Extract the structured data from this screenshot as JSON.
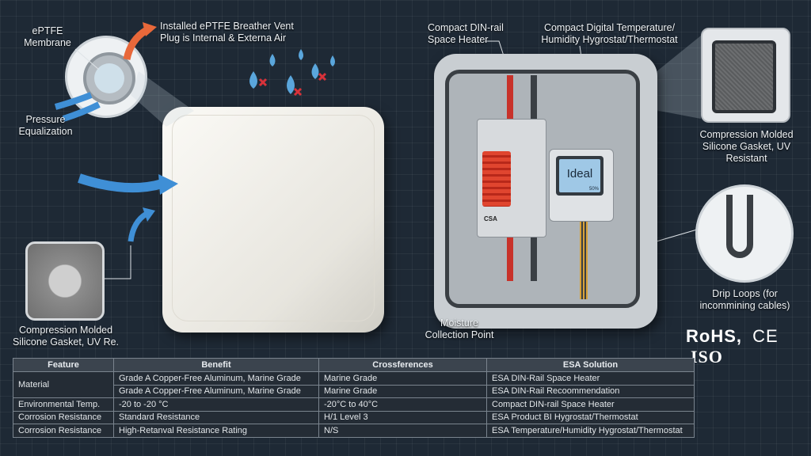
{
  "callouts": {
    "eptfe_membrane": "ePTFE Membrane",
    "vent_plug": "Installed ePTFE Breather Vent Plug is Internal & Externa Air",
    "pressure_equalization": "Pressure Equalization",
    "gasket_left": "Compression Molded Silicone Gasket, UV Re.",
    "din_heater": "Compact DIN-rail Space Heater",
    "digital_thermo": "Compact Digital Temperature/ Humidity Hygrostat/Thermostat",
    "gasket_right": "Compression Molded Silicone Gasket, UV Resistant",
    "drip_loops": "Drip Loops (for incommining cables)",
    "moisture_point": "Moisture Collection Point"
  },
  "devices": {
    "heater_brand": "CSA",
    "thermo_display": "Ideal",
    "thermo_humidity": "50%"
  },
  "certifications": {
    "rohs": "RoHS,",
    "ce": "CE",
    "iso": "ISO"
  },
  "colors": {
    "background": "#1e2935",
    "heater": "#e0452f",
    "water": "#5aa6dc",
    "arrow_blue": "#3f8fd6"
  },
  "table": {
    "headers": [
      "Feature",
      "Benefit",
      "Crossferences",
      "ESA Solution"
    ],
    "rows": [
      {
        "feature": "Material",
        "benefit": "Grade A Copper-Free Aluminum, Marine Grade",
        "cross": "Marine Grade",
        "esa": "ESA DIN-Rail Space Heater"
      },
      {
        "feature": "",
        "benefit": "Grade A Copper-Free Aluminum, Marine Grade",
        "cross": "Marine Grade",
        "esa": "ESA DIN-Rail Recoommendation"
      },
      {
        "feature": "Environmental Temp.",
        "benefit": "-20 to -20 °C",
        "cross": "-20°C to 40°C",
        "esa": "Compact DIN-rail Space Heater"
      },
      {
        "feature": "Corrosion Resistance",
        "benefit": "Standard Resistance",
        "cross": "H/1 Level 3",
        "esa": "ESA Product BI Hygrostat/Thermostat"
      },
      {
        "feature": "Corrosion Resistance",
        "benefit": "High-Retanval Resistance Rating",
        "cross": "N/S",
        "esa": "ESA Temperature/Humidity Hygrostat/Thermostat"
      }
    ]
  }
}
